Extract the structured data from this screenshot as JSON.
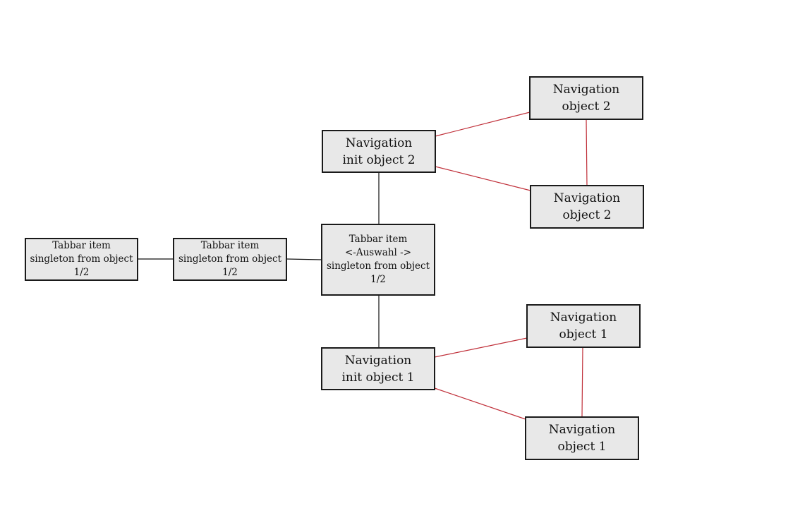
{
  "nodes": {
    "tabbar_1": {
      "label": "Tabbar item\nsingleton from object\n1/2"
    },
    "tabbar_2": {
      "label": "Tabbar item\nsingleton from object\n1/2"
    },
    "tabbar_select": {
      "label": "Tabbar item\n<-Auswahl ->\nsingleton from object\n1/2"
    },
    "nav_init_2": {
      "label": "Navigation\ninit object 2"
    },
    "nav_init_1": {
      "label": "Navigation\ninit object 1"
    },
    "nav_obj2_top": {
      "label": "Navigation\nobject 2"
    },
    "nav_obj2_bottom": {
      "label": "Navigation\nobject 2"
    },
    "nav_obj1_top": {
      "label": "Navigation\nobject 1"
    },
    "nav_obj1_bottom": {
      "label": "Navigation\nobject 1"
    }
  },
  "links": {
    "primary_color": "#111111",
    "secondary_color": "#c0303a"
  }
}
